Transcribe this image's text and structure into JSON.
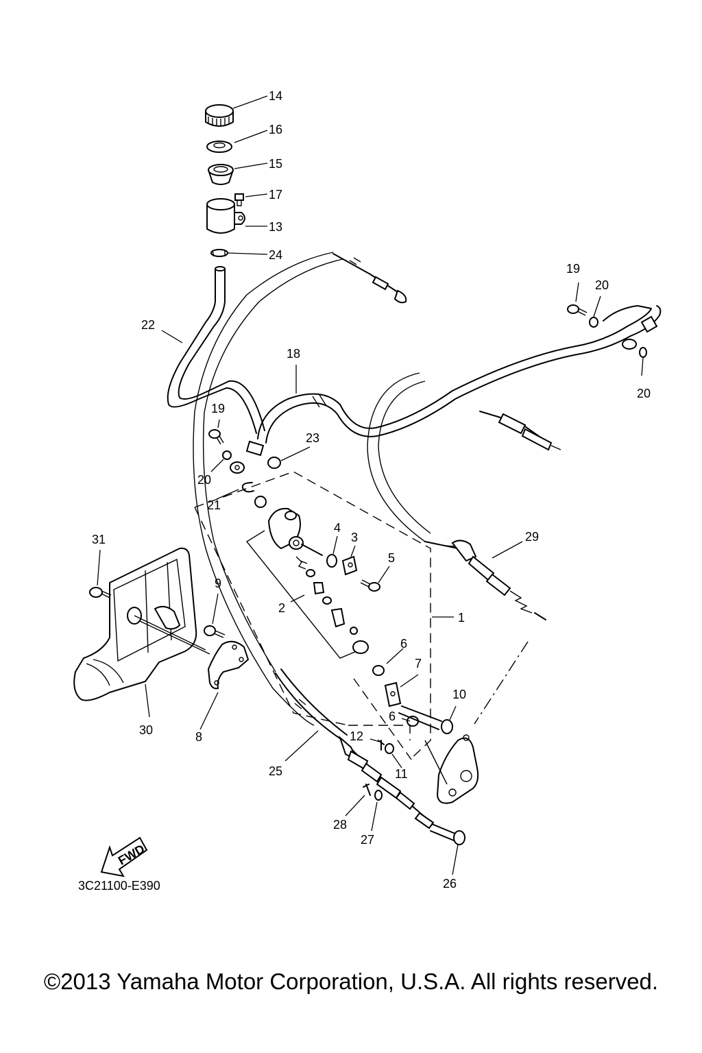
{
  "callouts": [
    "14",
    "16",
    "15",
    "17",
    "13",
    "24",
    "22",
    "18",
    "19",
    "20",
    "20",
    "20",
    "19",
    "23",
    "21",
    "4",
    "3",
    "5",
    "2",
    "31",
    "9",
    "29",
    "1",
    "6",
    "7",
    "10",
    "6",
    "12",
    "11",
    "25",
    "30",
    "8",
    "28",
    "27",
    "26"
  ],
  "fwd_label": "FWD",
  "drawing_code": "3C21100-E390",
  "copyright": "©2013 Yamaha Motor Corporation, U.S.A. All rights reserved."
}
